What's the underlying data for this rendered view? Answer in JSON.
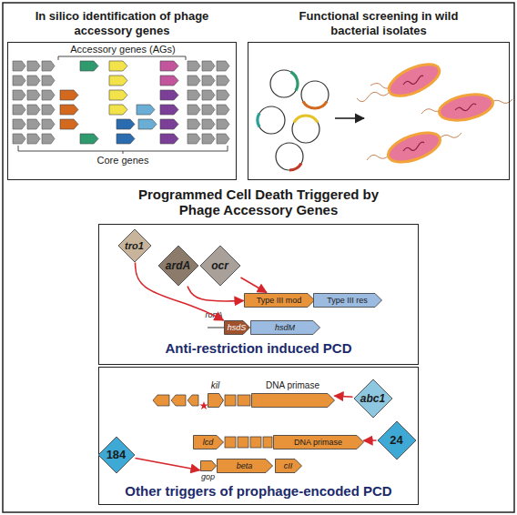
{
  "diagram": {
    "nodes": [
      {
        "text": [
          "In silico identification of phage accessory genes"
        ]
      },
      {
        "text": [
          "Functional screening in wild bacterial isolates"
        ]
      },
      {
        "text": [
          "Anti-restriction induced PCD"
        ]
      },
      {
        "text": [
          "tro1"
        ],
        "in": 2
      },
      {
        "text": [
          "ardA"
        ],
        "in": 2
      },
      {
        "text": [
          "ocr"
        ],
        "in": 2
      },
      {
        "text": [
          "Type III mod"
        ],
        "in": 2
      },
      {
        "text": [
          "Type III res"
        ],
        "in": 2
      },
      {
        "text": [
          "hsdS"
        ],
        "in": 2
      },
      {
        "text": [
          "hsdM"
        ],
        "in": 2
      },
      {
        "text": [
          "Other triggers of prophage-encoded PCD"
        ]
      },
      {
        "text": [
          "kil"
        ],
        "in": 10
      },
      {
        "text": [
          "DNA primase"
        ],
        "in": 10
      },
      {
        "text": [
          "abc1"
        ],
        "in": 10
      },
      {
        "text": [
          "24"
        ],
        "in": 10
      },
      {
        "text": [
          "lcd"
        ],
        "in": 10
      },
      {
        "text": [
          "DNA primase"
        ],
        "in": 10
      },
      {
        "text": [
          "184"
        ],
        "in": 10
      },
      {
        "text": [
          "gop"
        ],
        "in": 10
      },
      {
        "text": [
          "beta"
        ],
        "in": 10
      },
      {
        "text": [
          "cII"
        ],
        "in": 10
      }
    ],
    "edges": [
      {
        "from": 4,
        "to": 6,
        "arrow": "to"
      },
      {
        "from": 5,
        "to": 6,
        "arrow": "to"
      },
      {
        "from": 3,
        "to": 8,
        "arrow": "to"
      },
      {
        "from": 13,
        "to": 12,
        "arrow": "to"
      },
      {
        "from": 14,
        "to": 16,
        "arrow": "to"
      },
      {
        "from": 17,
        "to": 18,
        "arrow": "to"
      }
    ],
    "labels": [
      "Accessory genes (AGs)",
      "Core genes",
      "Programmed Cell Death Triggered by Phage Accessory Genes",
      "ronA"
    ]
  }
}
